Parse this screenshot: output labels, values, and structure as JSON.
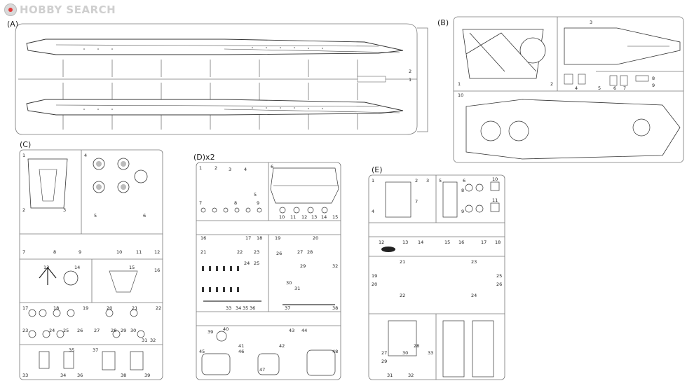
{
  "watermark": {
    "brand": "HOBBY SEARCH"
  },
  "sheets": [
    {
      "id": "A",
      "label": "(A)",
      "numbers": [
        "1",
        "2"
      ]
    },
    {
      "id": "B",
      "label": "(B)",
      "numbers": [
        "1",
        "2",
        "3",
        "4",
        "5",
        "6",
        "7",
        "8",
        "9",
        "10"
      ]
    },
    {
      "id": "C",
      "label": "(C)",
      "numbers": [
        "1",
        "2",
        "3",
        "4",
        "5",
        "6",
        "7",
        "8",
        "9",
        "10",
        "11",
        "12",
        "13",
        "14",
        "15",
        "16",
        "17",
        "18",
        "19",
        "20",
        "21",
        "22",
        "23",
        "24",
        "25",
        "26",
        "27",
        "28",
        "29",
        "30",
        "31",
        "32",
        "33",
        "34",
        "35",
        "36",
        "37",
        "38",
        "39"
      ]
    },
    {
      "id": "D",
      "label": "(D)x2",
      "numbers": [
        "1",
        "2",
        "3",
        "4",
        "5",
        "6",
        "7",
        "8",
        "9",
        "10",
        "11",
        "12",
        "13",
        "14",
        "15",
        "16",
        "17",
        "18",
        "19",
        "20",
        "21",
        "22",
        "23",
        "24",
        "25",
        "26",
        "27",
        "28",
        "29",
        "30",
        "31",
        "32",
        "33",
        "34",
        "35",
        "36",
        "37",
        "38",
        "39",
        "40",
        "41",
        "42",
        "43",
        "44",
        "45",
        "46",
        "47",
        "48"
      ]
    },
    {
      "id": "E",
      "label": "(E)",
      "numbers": [
        "1",
        "2",
        "3",
        "4",
        "5",
        "6",
        "7",
        "8",
        "9",
        "10",
        "11",
        "12",
        "13",
        "14",
        "15",
        "16",
        "17",
        "18",
        "19",
        "20",
        "21",
        "22",
        "23",
        "24",
        "25",
        "26",
        "27",
        "28",
        "29",
        "30",
        "31",
        "32",
        "33"
      ]
    }
  ]
}
